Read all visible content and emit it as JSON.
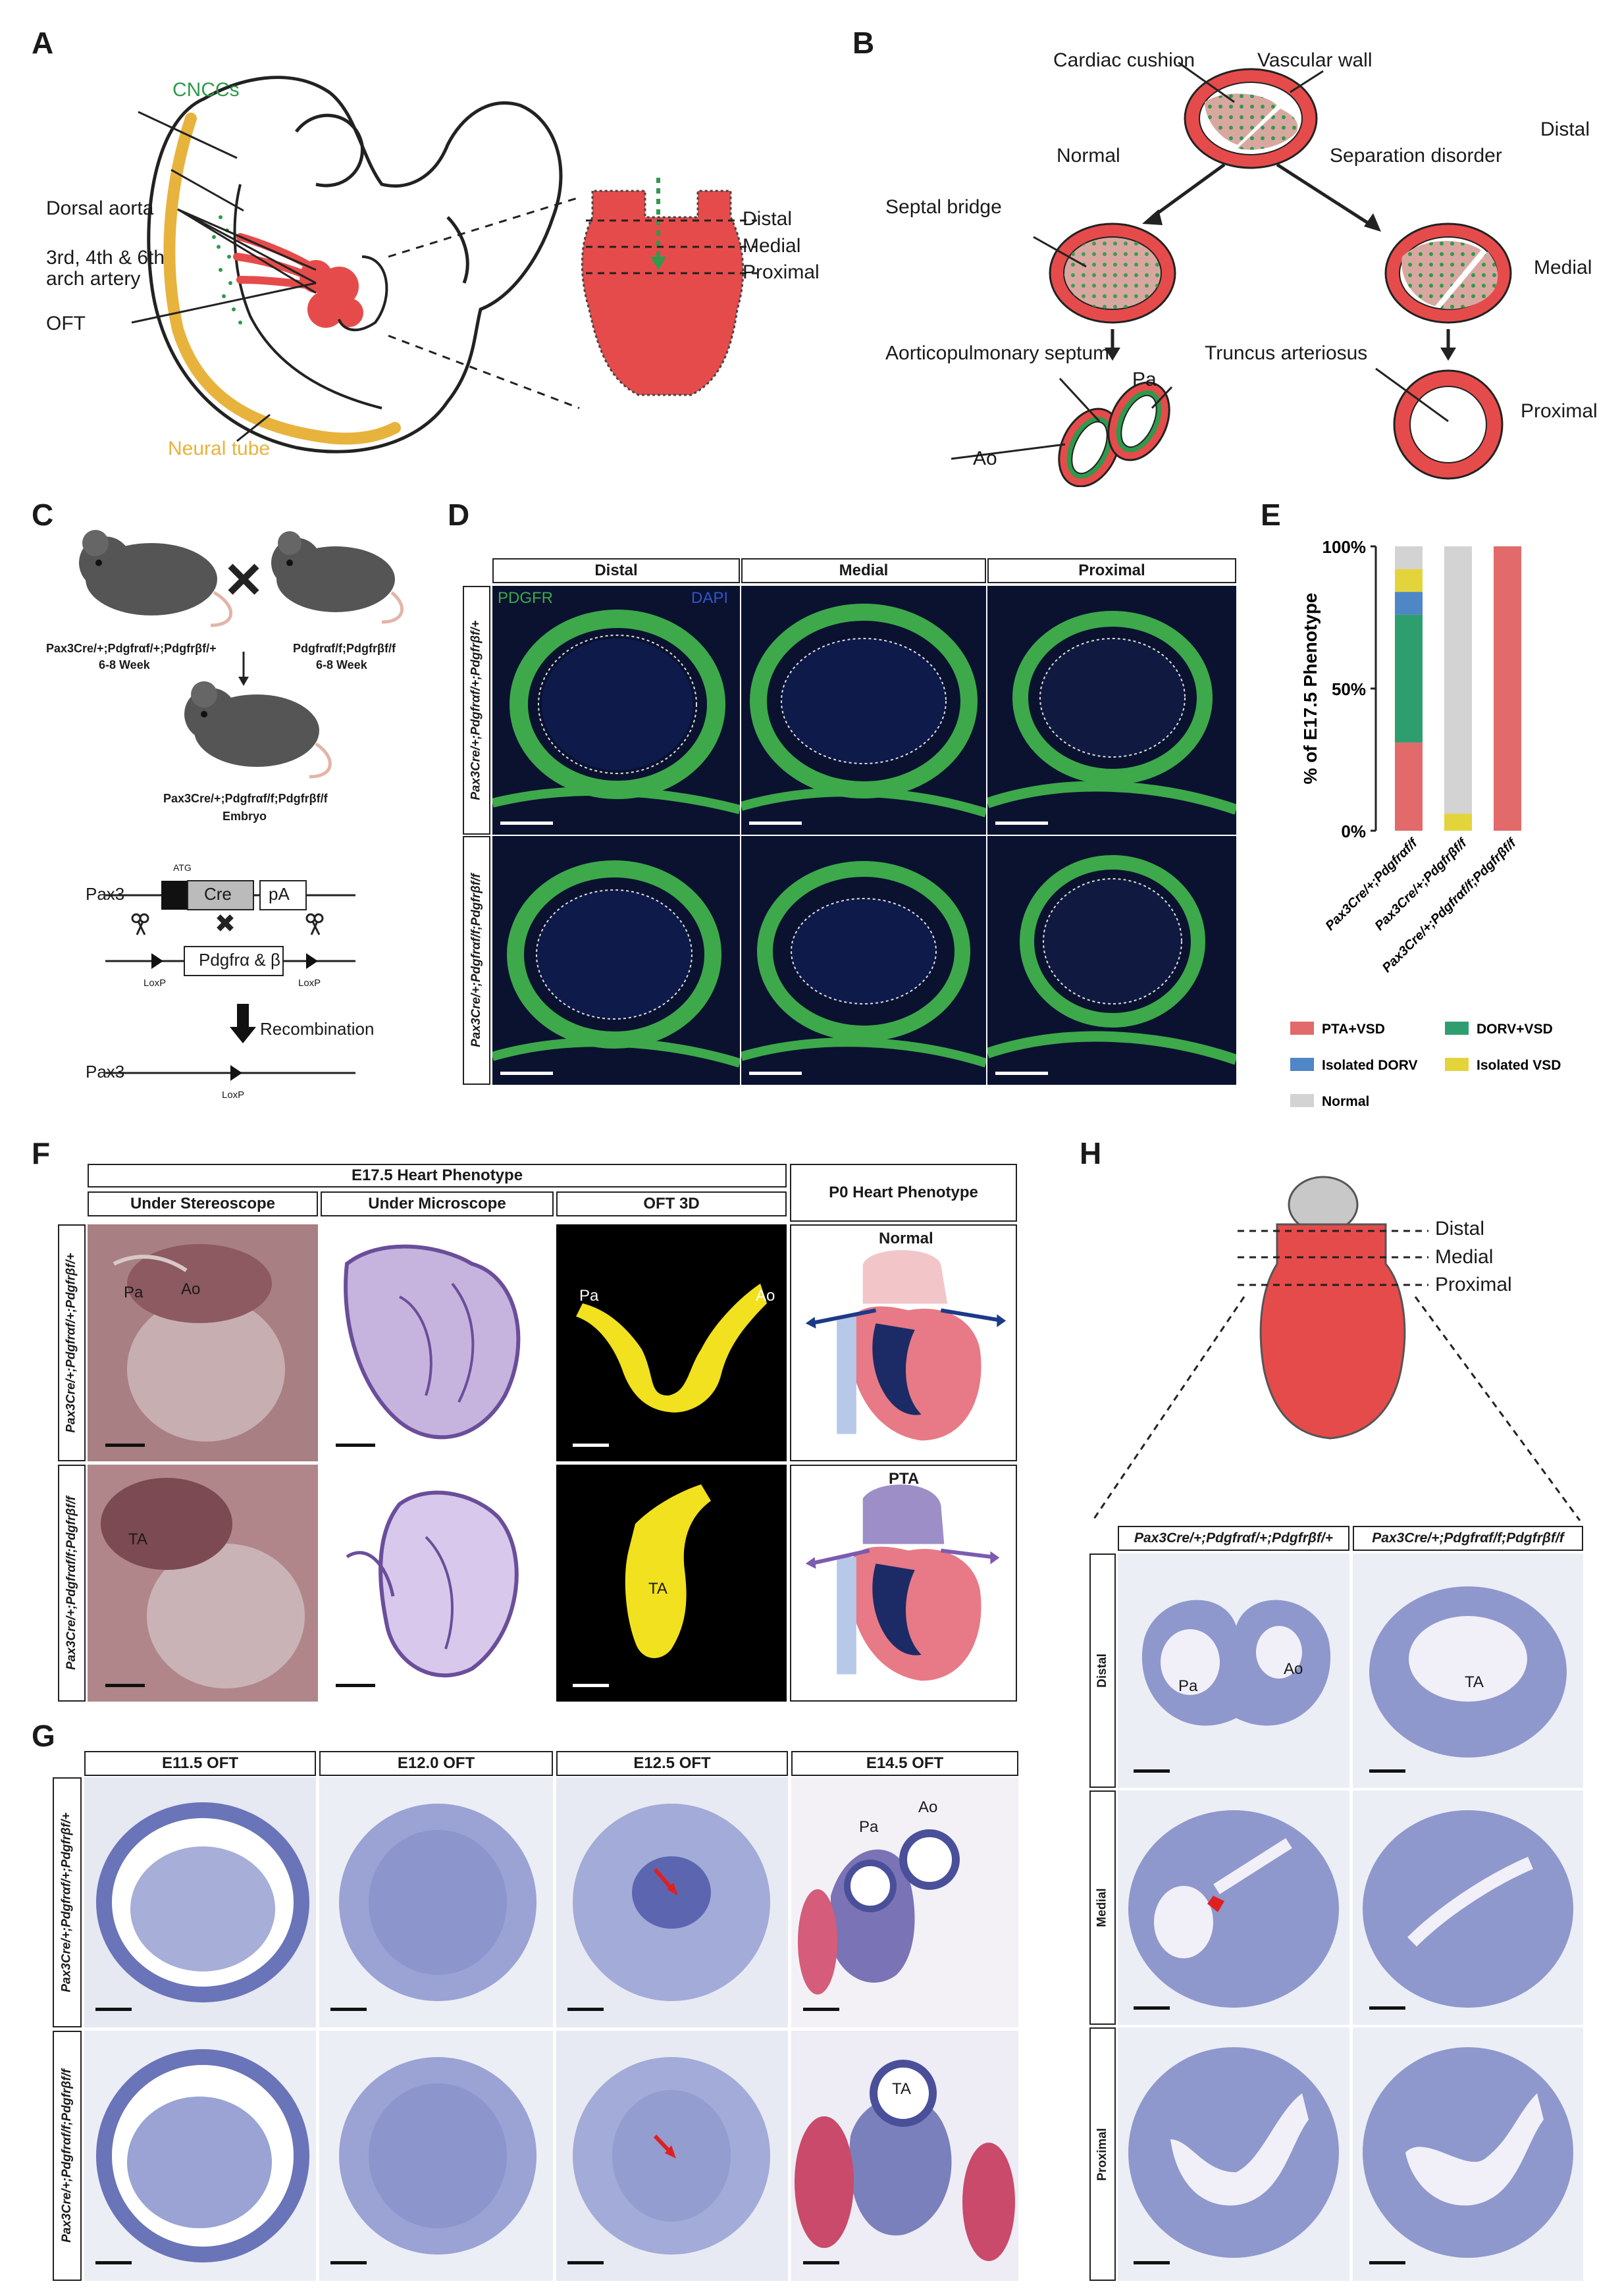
{
  "panels": {
    "a": "A",
    "b": "B",
    "c": "C",
    "d": "D",
    "e": "E",
    "f": "F",
    "g": "G",
    "h": "H"
  },
  "A": {
    "cnccs": "CNCCs",
    "dorsal_aorta": "Dorsal aorta",
    "arch_artery_l1": "3rd, 4th & 6th",
    "arch_artery_l2": "arch artery",
    "oft": "OFT",
    "neural_tube": "Neural tube",
    "distal": "Distal",
    "medial": "Medial",
    "proximal": "Proximal",
    "colors": {
      "heart": "#e64b4b",
      "neural_tube": "#e8b33c",
      "cnccs": "#2e9a4c"
    }
  },
  "B": {
    "cardiac_cushion": "Cardiac cushion",
    "vascular_wall": "Vascular wall",
    "normal": "Normal",
    "separation_disorder": "Separation disorder",
    "septal_bridge": "Septal bridge",
    "aorticopulmonary_septum": "Aorticopulmonary septum",
    "truncus_arteriosus": "Truncus arteriosus",
    "pa": "Pa",
    "ao": "Ao",
    "distal": "Distal",
    "medial": "Medial",
    "proximal": "Proximal"
  },
  "C": {
    "mouse1_geno": "Pax3Cre/+;Pdgfrαf/+;Pdgfrβf/+",
    "mouse1_age": "6-8 Week",
    "mouse2_geno": "Pdgfrαf/f;Pdgfrβf/f",
    "mouse2_age": "6-8 Week",
    "embryo_geno": "Pax3Cre/+;Pdgfrαf/f;Pdgfrβf/f",
    "embryo": "Embryo",
    "pax3": "Pax3",
    "atg": "ATG",
    "cre": "Cre",
    "pa": "pA",
    "pdgfr": "Pdgfrα & β",
    "loxp": "LoxP",
    "recombination": "Recombination",
    "pax3_after": "Pax3"
  },
  "D": {
    "cols": [
      "Distal",
      "Medial",
      "Proximal"
    ],
    "rows": [
      "Pax3Cre/+;Pdgfrαf/+;Pdgfrβf/+",
      "Pax3Cre/+;Pdgfrαf/f;Pdgfrβf/f"
    ],
    "pdgfr": "PDGFR",
    "dapi": "DAPI"
  },
  "chart_data": {
    "type": "bar",
    "stacked": true,
    "ylabel": "% of E17.5 Phenotype",
    "ylim": [
      0,
      100
    ],
    "yticks": [
      "0%",
      "50%",
      "100%"
    ],
    "categories": [
      "Pax3Cre/+;Pdgfrαf/f",
      "Pax3Cre/+;Pdgfrβf/f",
      "Pax3Cre/+;Pdgfrαf/f;Pdgfrβf/f"
    ],
    "series": [
      {
        "name": "PTA+VSD",
        "color": "#e26a6a",
        "values": [
          31,
          0,
          100
        ]
      },
      {
        "name": "DORV+VSD",
        "color": "#2f9e6f",
        "values": [
          45,
          0,
          0
        ]
      },
      {
        "name": "Isolated DORV",
        "color": "#4f86c6",
        "values": [
          8,
          0,
          0
        ]
      },
      {
        "name": "Isolated VSD",
        "color": "#e3d43c",
        "values": [
          8,
          6,
          0
        ]
      },
      {
        "name": "Normal",
        "color": "#d3d3d3",
        "values": [
          8,
          94,
          0
        ]
      }
    ],
    "legend": "bottom"
  },
  "F": {
    "header": "E17.5 Heart Phenotype",
    "p0_header": "P0 Heart Phenotype",
    "cols": [
      "Under Stereoscope",
      "Under Microscope",
      "OFT 3D"
    ],
    "rows": [
      "Pax3Cre/+;Pdgfrαf/+;Pdgfrβf/+",
      "Pax3Cre/+;Pdgfrαf/f;Pdgfrβf/f"
    ],
    "pa": "Pa",
    "ao": "Ao",
    "ta": "TA",
    "normal": "Normal",
    "pta": "PTA"
  },
  "G": {
    "cols": [
      "E11.5 OFT",
      "E12.0 OFT",
      "E12.5 OFT",
      "E14.5 OFT"
    ],
    "rows": [
      "Pax3Cre/+;Pdgfrαf/+;Pdgfrβf/+",
      "Pax3Cre/+;Pdgfrαf/f;Pdgfrβf/f"
    ],
    "pa": "Pa",
    "ao": "Ao",
    "ta": "TA"
  },
  "H": {
    "distal": "Distal",
    "medial": "Medial",
    "proximal": "Proximal",
    "cols": [
      "Pax3Cre/+;Pdgfrαf/+;Pdgfrβf/+",
      "Pax3Cre/+;Pdgfrαf/f;Pdgfrβf/f"
    ],
    "rows": [
      "Distal",
      "Medial",
      "Proximal"
    ],
    "pa": "Pa",
    "ao": "Ao",
    "ta": "TA"
  }
}
